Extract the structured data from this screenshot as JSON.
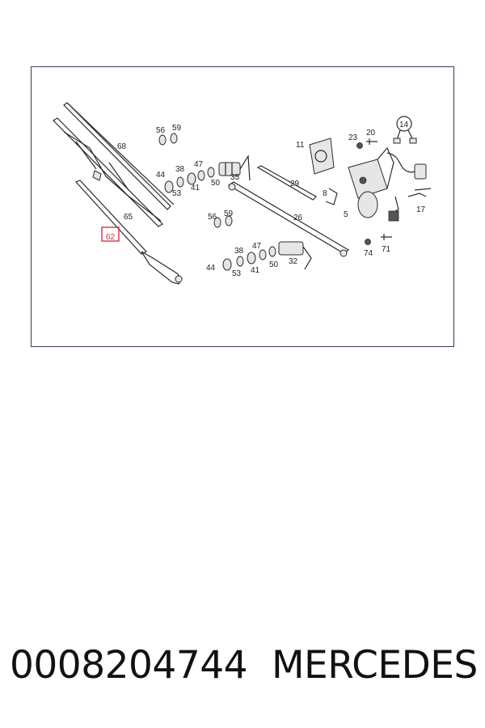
{
  "caption": {
    "part_number": "0008204744",
    "brand": "MERCEDES"
  },
  "highlight": {
    "label": "62",
    "color": "#d9323b"
  },
  "callouts": {
    "c68": "68",
    "c65": "65",
    "c56a": "56",
    "c59a": "59",
    "c44a": "44",
    "c38a": "38",
    "c47a": "47",
    "c53a": "53",
    "c41a": "41",
    "c35": "35",
    "c50a": "50",
    "c56b": "56",
    "c59b": "59",
    "c38b": "38",
    "c47b": "47",
    "c44b": "44",
    "c53b": "53",
    "c41b": "41",
    "c50b": "50",
    "c32": "32",
    "c29": "29",
    "c26": "26",
    "c11": "11",
    "c8": "8",
    "c5": "5",
    "c23": "23",
    "c20": "20",
    "c14": "14",
    "c17": "17",
    "c74": "74",
    "c71": "71"
  }
}
